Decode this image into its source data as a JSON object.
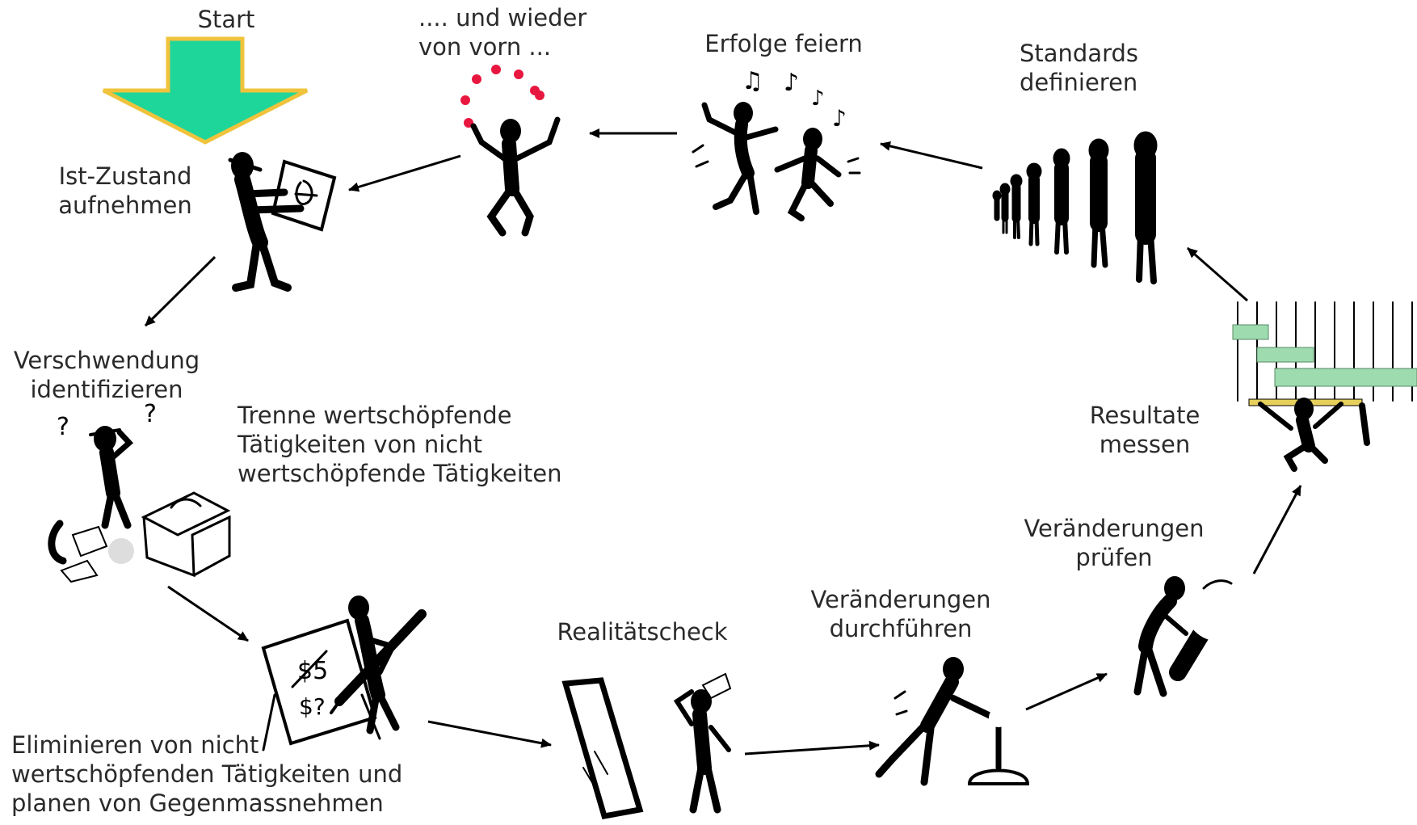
{
  "colors": {
    "start_arrow_fill": "#1fd69a",
    "start_arrow_border": "#f0c33c",
    "juggling_balls": "#e8173f",
    "gantt_bars": "#9edcb0",
    "tape": "#e6cf5a",
    "magnifier_handle": "#b0651f"
  },
  "start": {
    "label": "Start"
  },
  "steps": [
    {
      "lines": [
        "Ist-Zustand",
        "aufnehmen"
      ],
      "icon": "person-holding-drawing-icon"
    },
    {
      "lines": [
        "Verschwendung",
        "identifizieren"
      ],
      "icon": "confused-person-with-junk-icon"
    },
    {
      "lines": [
        "Trenne wertschöpfende",
        "Tätigkeiten von nicht",
        "wertschöpfende Tätigkeiten"
      ]
    },
    {
      "lines": [
        "Eliminieren von nicht",
        "wertschöpfenden Tätigkeiten und",
        "planen von Gegenmassnehmen"
      ],
      "icon": "person-drawing-on-board-icon"
    },
    {
      "lines": [
        "Realitätscheck"
      ],
      "icon": "person-at-mirror-icon"
    },
    {
      "lines": [
        "Veränderungen",
        "durchführen"
      ],
      "icon": "person-pushing-lever-icon"
    },
    {
      "lines": [
        "Veränderungen",
        "prüfen"
      ],
      "icon": "person-with-magnifier-icon"
    },
    {
      "lines": [
        "Resultate",
        "messen"
      ],
      "icon": "person-measuring-gantt-icon"
    },
    {
      "lines": [
        "Standards",
        "definieren"
      ],
      "icon": "row-of-people-icon"
    },
    {
      "lines": [
        "Erfolge feiern"
      ],
      "icon": "dancing-people-icon"
    },
    {
      "lines": [
        ".... und wieder",
        "von vorn ..."
      ],
      "icon": "juggling-person-icon"
    }
  ]
}
